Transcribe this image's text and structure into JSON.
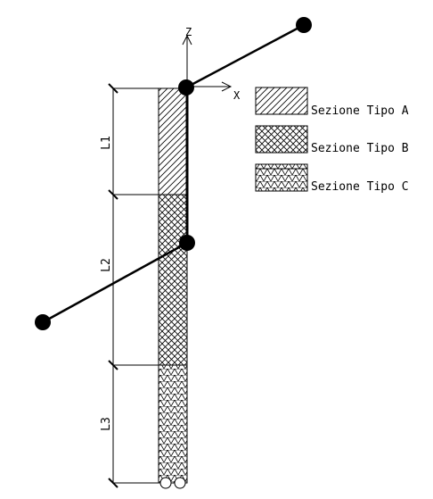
{
  "axes": {
    "z_label": "Z",
    "x_label": "X"
  },
  "segments": [
    {
      "label": "L1",
      "section": "A"
    },
    {
      "label": "L2",
      "section": "B"
    },
    {
      "label": "L3",
      "section": "C"
    }
  ],
  "legend": [
    {
      "id": "A",
      "label": "Sezione Tipo A"
    },
    {
      "id": "B",
      "label": "Sezione Tipo B"
    },
    {
      "id": "C",
      "label": "Sezione Tipo C"
    }
  ],
  "colors": {
    "line": "#000000",
    "background": "#ffffff"
  }
}
